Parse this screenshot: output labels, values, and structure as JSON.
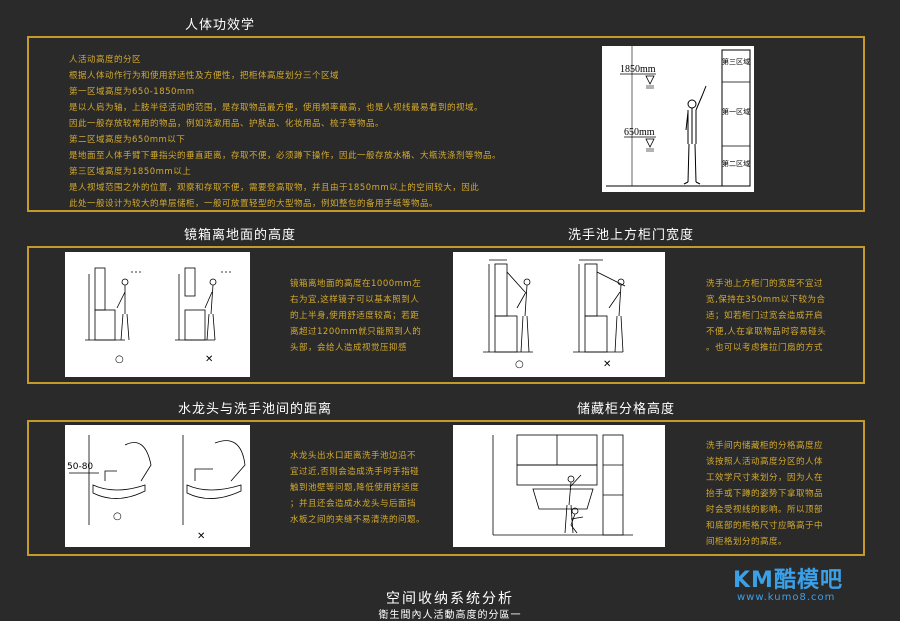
{
  "sections": {
    "ergonomics": {
      "title": "人体功效学",
      "lines": [
        "人活动高度的分区",
        "根据人体动作行为和使用舒适性及方便性，把柜体高度划分三个区域",
        "第一区域高度为650-1850mm",
        "是以人肩为轴，上肢半径活动的范围，是存取物品最方便，使用频率最高，也是人视线最易看到的视域。",
        "因此一般存放较常用的物品，例如洗漱用品、护肤品、化妆用品、梳子等物品。",
        "第二区域高度为650mm以下",
        "是地面至人体手臂下垂指尖的垂直距离，存取不便，必须蹲下操作，因此一般存放水桶、大瓶洗涤剂等物品。",
        "第三区域高度为1850mm以上",
        "是人视域范围之外的位置，观察和存取不便，需要登高取物，并且由于1850mm以上的空间较大，因此",
        "此处一般设计为较大的单层储柜，一般可放置轻型的大型物品，例如整包的备用手纸等物品。"
      ],
      "diagram": {
        "mark_high": "1850mm",
        "mark_low": "650mm",
        "zones": [
          "第三区域",
          "第一区域",
          "第二区域"
        ]
      }
    },
    "mirror": {
      "title": "镜箱离地面的高度",
      "lines": [
        "镜箱离地面的高度在1000mm左",
        "右为宜,这样镜子可以基本照到人",
        "的上半身,使用舒适度较高；若距",
        "离超过1200mm就只能照到人的",
        "头部，会给人造成视觉压抑感"
      ],
      "marks": [
        "○",
        "✕"
      ]
    },
    "cabinet_door": {
      "title": "洗手池上方柜门宽度",
      "lines": [
        "洗手池上方柜门的宽度不宜过",
        "宽,保持在350mm以下较为合",
        "适；如若柜门过宽会造成开启",
        "不便,人在拿取物品时容易碰头",
        "。也可以考虑推拉门扇的方式"
      ],
      "marks": [
        "○",
        "✕"
      ]
    },
    "faucet": {
      "title": "水龙头与洗手池间的距离",
      "lines": [
        "水龙头出水口距离洗手池边沿不",
        "宜过近,否则会造成洗手时手指碰",
        "触到池壁等问题,降低使用舒适度",
        "；并且还会造成水龙头与后面挡",
        "水板之间的夹缝不易清洗的问题。"
      ],
      "dim_label": "50-80",
      "marks": [
        "○",
        "✕"
      ]
    },
    "storage": {
      "title": "储藏柜分格高度",
      "lines": [
        "洗手间内储藏柜的分格高度应",
        "该按照人活动高度分区的人体",
        "工效学尺寸来划分，因为人在",
        "抬手或下蹲的姿势下拿取物品",
        "时会受视线的影响。所以顶部",
        "和底部的柜格尺寸应略高于中",
        "间柜格划分的高度。"
      ]
    }
  },
  "footer": {
    "title": "空间收纳系统分析",
    "subtitle": "衛生間內人活動高度的分區一"
  },
  "logo": {
    "main": "KM酷模吧",
    "url": "www.kumo8.com"
  },
  "colors": {
    "background": "#2a2a2a",
    "border": "#c49a2a",
    "text_gold": "#d4aa2e",
    "logo_blue": "#3aa0e8"
  }
}
